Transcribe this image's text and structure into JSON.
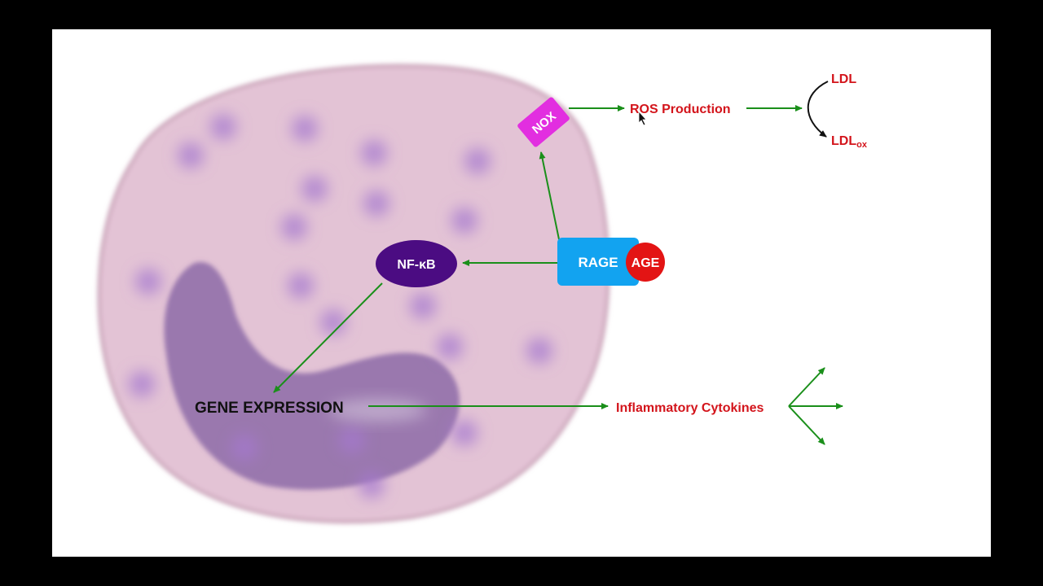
{
  "colors": {
    "background": "#000000",
    "slide": "#ffffff",
    "cell_body": "#e3c3d5",
    "cell_outline": "#c8a0b6",
    "granule": "#a678cf",
    "nucleus": "#7e5aa0",
    "arrow_green": "#1a8f1a",
    "text_red": "#d3141b",
    "text_black": "#111111",
    "nox_fill": "#e22ee0",
    "nfkb_fill": "#4b0c82",
    "rage_fill": "#12a3f0",
    "age_fill": "#e31414",
    "label_white": "#ffffff"
  },
  "labels": {
    "nox": "NOX",
    "ros": "ROS Production",
    "ldl": "LDL",
    "ldlox_main": "LDL",
    "ldlox_sub": "ox",
    "nfkb": "NF-κB",
    "rage": "RAGE",
    "age": "AGE",
    "gene_expression": "GENE EXPRESSION",
    "cytokines": "Inflammatory Cytokines"
  },
  "icons": {
    "cursor": "mouse-pointer-icon"
  }
}
